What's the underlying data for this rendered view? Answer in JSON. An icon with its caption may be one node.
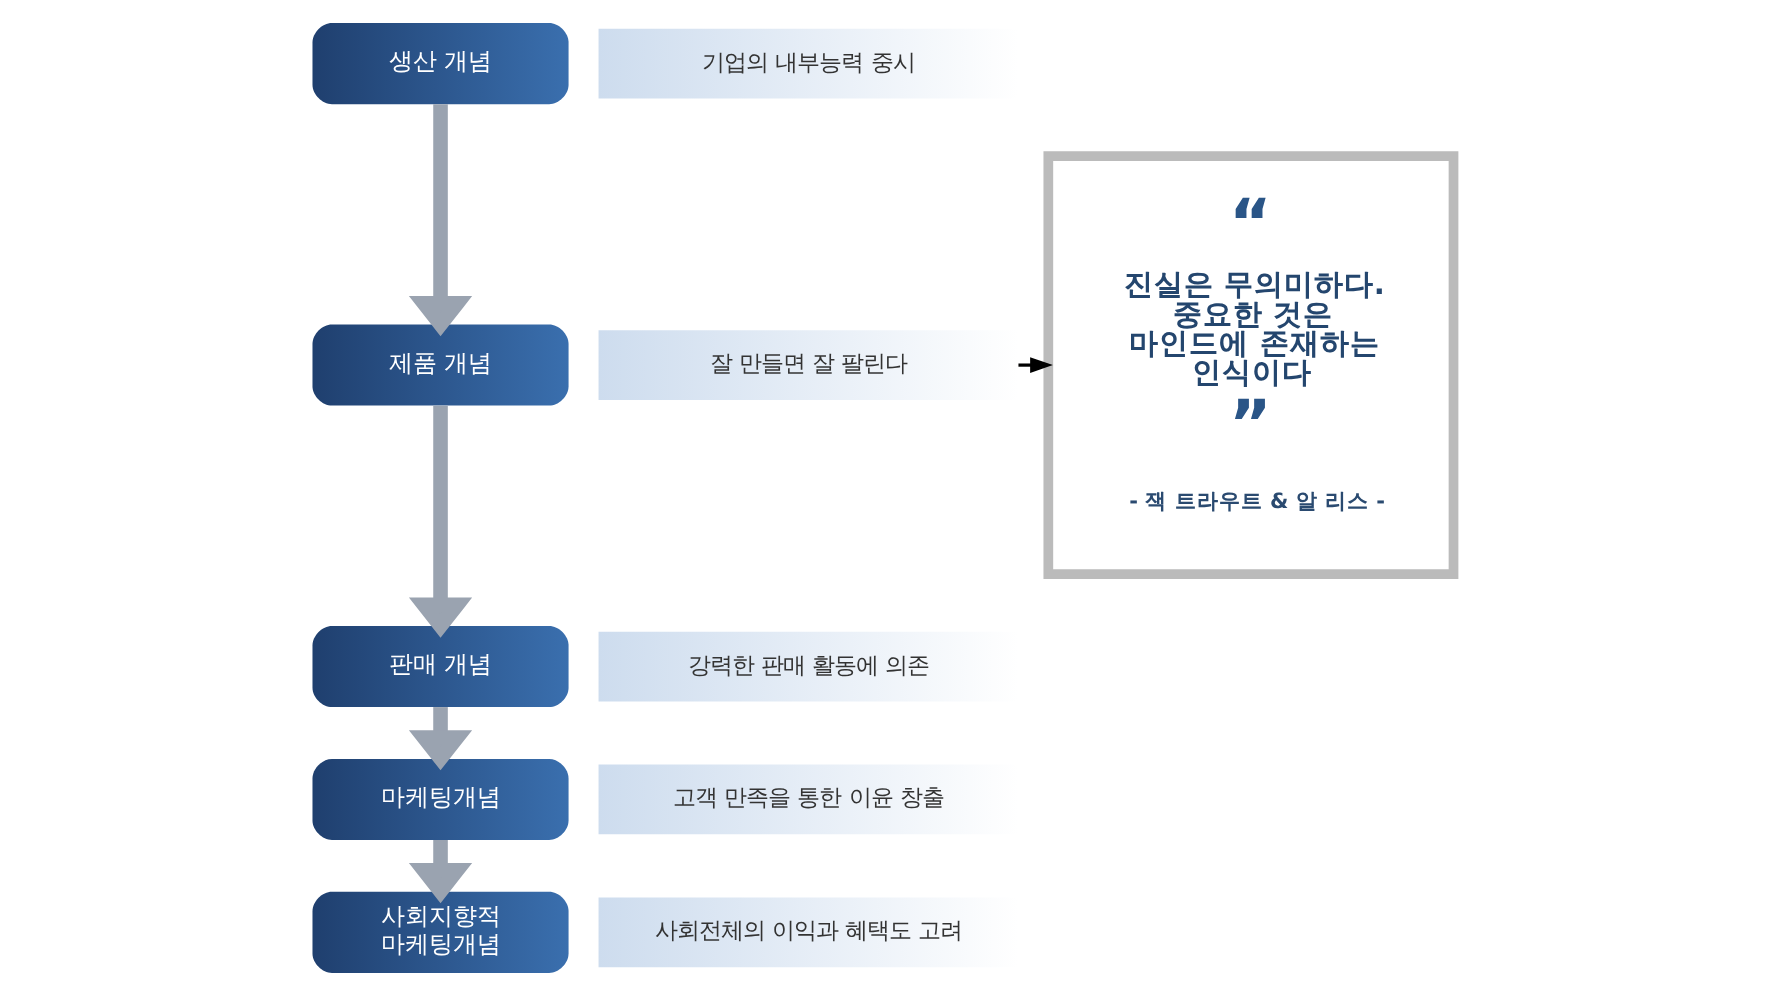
{
  "diagram": {
    "nodes": [
      {
        "text": [
          "생산 개념"
        ]
      },
      {
        "text": [
          "기업의 내부능력 중시"
        ]
      },
      {
        "text": [
          "제품 개념"
        ]
      },
      {
        "text": [
          "잘 만들면 잘 팔린다"
        ]
      },
      {
        "text": [
          "판매 개념"
        ]
      },
      {
        "text": [
          "강력한 판매 활동에 의존"
        ]
      },
      {
        "text": [
          "마케팅개념"
        ]
      },
      {
        "text": [
          "고객 만족을 통한 이윤 창출"
        ]
      },
      {
        "text": [
          "사회지향적 마케팅개념"
        ]
      },
      {
        "text": [
          "사회전체의 이익과 혜택도 고려"
        ]
      },
      {
        "text": [
          "“",
          "진실은 무의미하다. 중요한 것은 마인드에 존재하는 인식이다",
          "”",
          "- 잭 트라우트 & 알 리스 -"
        ]
      }
    ],
    "edges": [
      {
        "from": 0,
        "to": 2,
        "arrow": "to"
      },
      {
        "from": 2,
        "to": 4,
        "arrow": "to"
      },
      {
        "from": 4,
        "to": 6,
        "arrow": "to"
      },
      {
        "from": 6,
        "to": 8,
        "arrow": "to"
      },
      {
        "from": 3,
        "to": 10,
        "arrow": "to",
        "color": "#000000"
      }
    ]
  }
}
